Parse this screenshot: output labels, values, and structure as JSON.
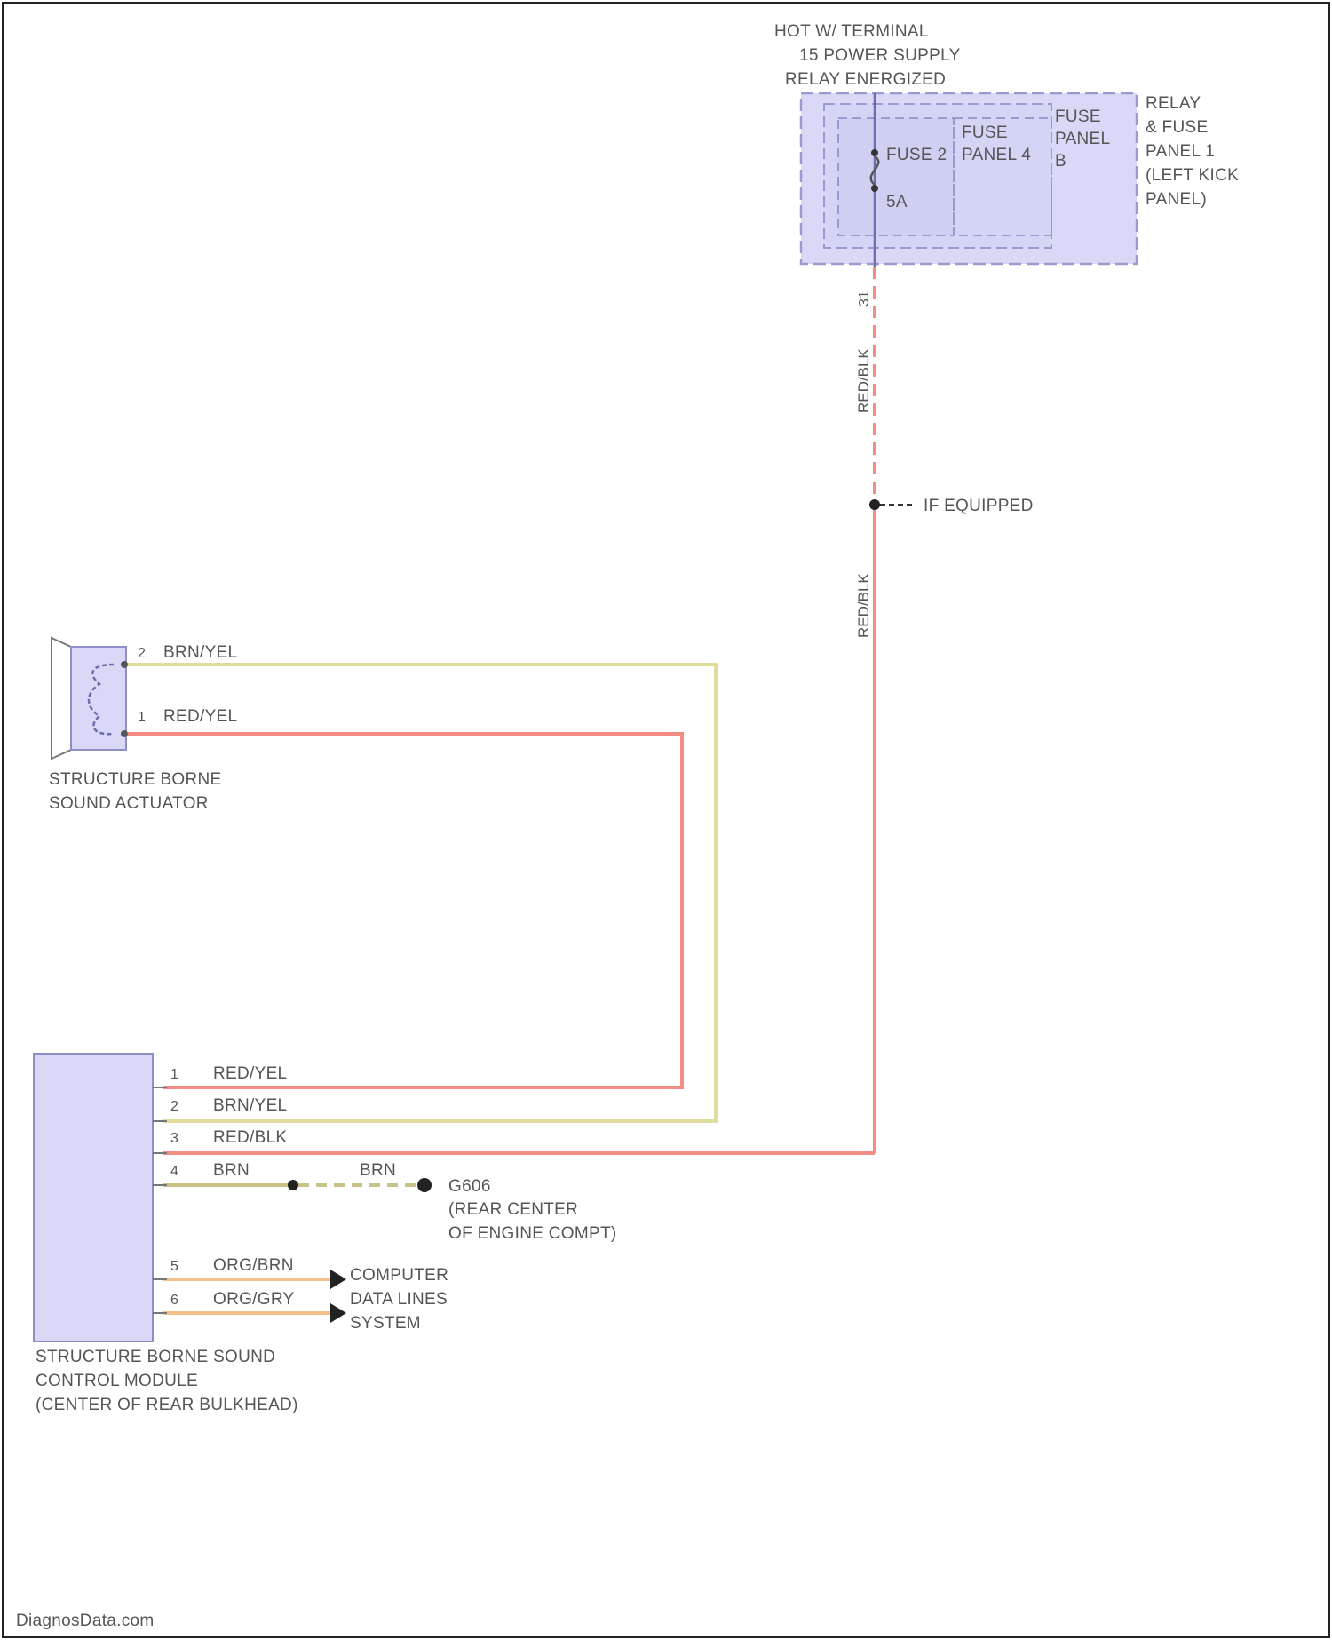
{
  "power_source": {
    "heading_line1": "HOT W/ TERMINAL",
    "heading_line2": "15 POWER SUPPLY",
    "heading_line3": "RELAY ENERGIZED",
    "fuse_label": "FUSE 2",
    "fuse_rating": "5A",
    "inner_panel_line1": "FUSE",
    "inner_panel_line2": "PANEL 4",
    "panel_b_line1": "FUSE",
    "panel_b_line2": "PANEL",
    "panel_b_line3": "B",
    "outer_panel_line1": "RELAY",
    "outer_panel_line2": "& FUSE",
    "outer_panel_line3": "PANEL 1",
    "outer_panel_line4": "(LEFT KICK",
    "outer_panel_line5": "PANEL)",
    "connector_pin": "31"
  },
  "wires": {
    "feed_upper_color": "RED/BLK",
    "feed_lower_color": "RED/BLK",
    "splice_note": "IF EQUIPPED"
  },
  "actuator": {
    "name_line1": "STRUCTURE BORNE",
    "name_line2": "SOUND ACTUATOR",
    "pins": [
      {
        "num": "2",
        "color": "BRN/YEL"
      },
      {
        "num": "1",
        "color": "RED/YEL"
      }
    ]
  },
  "module": {
    "name_line1": "STRUCTURE BORNE SOUND",
    "name_line2": "CONTROL MODULE",
    "name_line3": "(CENTER OF REAR BULKHEAD)",
    "pins": [
      {
        "num": "1",
        "color": "RED/YEL"
      },
      {
        "num": "2",
        "color": "BRN/YEL"
      },
      {
        "num": "3",
        "color": "RED/BLK"
      },
      {
        "num": "4",
        "color": "BRN"
      },
      {
        "num": "5",
        "color": "ORG/BRN"
      },
      {
        "num": "6",
        "color": "ORG/GRY"
      }
    ]
  },
  "ground": {
    "wire_color": "BRN",
    "id": "G606",
    "location_line1": "(REAR CENTER",
    "location_line2": "OF ENGINE COMPT)"
  },
  "data_lines": {
    "line1": "COMPUTER",
    "line2": "DATA LINES",
    "line3": "SYSTEM"
  },
  "footer": {
    "watermark": "DiagnosData.com"
  },
  "colors": {
    "red_wire": "#f28c84",
    "yellow_wire": "#e0dc9c",
    "orange_wire": "#f5c08a",
    "brown_wire": "#c8c286",
    "panel_fill": "#d9d9f7",
    "panel_border": "#9a9ad0"
  }
}
